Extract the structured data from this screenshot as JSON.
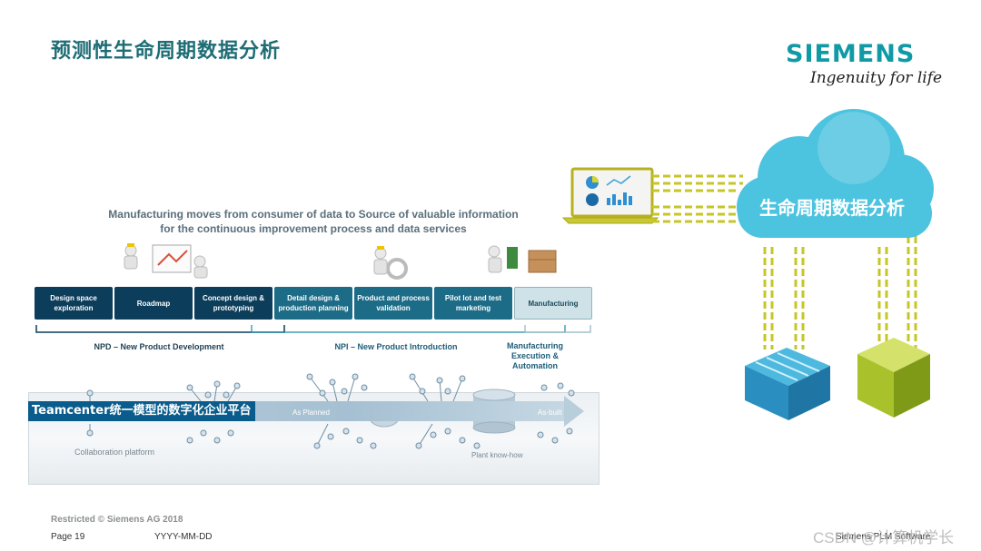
{
  "slide": {
    "title": "预测性生命周期数据分析"
  },
  "logo": {
    "wordmark": "SIEMENS",
    "tagline": "Ingenuity for life",
    "color": "#0f9aa5"
  },
  "diagram": {
    "heading_line1": "Manufacturing moves from consumer of data to Source of valuable information",
    "heading_line2": "for the continuous improvement process and data services",
    "phases": [
      {
        "label": "Design space exploration",
        "group": "npd"
      },
      {
        "label": "Roadmap",
        "group": "npd"
      },
      {
        "label": "Concept design & prototyping",
        "group": "npd"
      },
      {
        "label": "Detail design & production planning",
        "group": "npi"
      },
      {
        "label": "Product and process validation",
        "group": "npi"
      },
      {
        "label": "Pilot lot and test marketing",
        "group": "npi"
      },
      {
        "label": "Manufacturing",
        "group": "mfg"
      }
    ],
    "groups": {
      "npd": "NPD – New Product Development",
      "npi": "NPI – New Product Introduction",
      "mfg": "Manufacturing Execution & Automation"
    },
    "platform": {
      "teamcenter_label": "Teamcenter统一模型的数字化企业平台",
      "as_planned": "As Planned",
      "as_built": "As-built",
      "collaboration": "Collaboration platform",
      "plant": "Plant know-how"
    },
    "cloud_label": "生命周期数据分析",
    "colors": {
      "npd_box": "#0c3d5a",
      "npi_box": "#1d6c87",
      "mfg_box": "#cfe2e7",
      "cloud": "#4cc3df",
      "data_stream": "#c8c832"
    }
  },
  "footer": {
    "restricted": "Restricted © Siemens AG 2018",
    "page": "Page 19",
    "date": "YYYY-MM-DD",
    "company": "Siemens PLM Software",
    "watermark": "CSDN @计算机学长"
  }
}
